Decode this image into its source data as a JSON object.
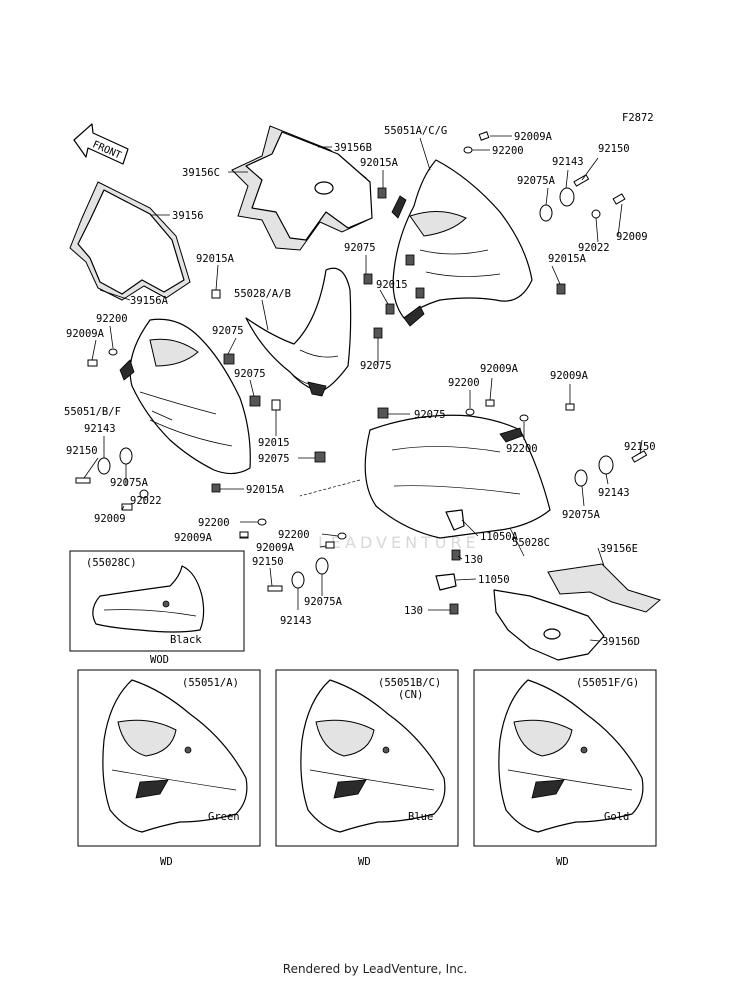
{
  "figure_code": "F2872",
  "front_arrow_label": "FRONT",
  "watermark": "LEADVENTURE",
  "callouts": [
    {
      "id": "c1",
      "text": "55051A/C/G"
    },
    {
      "id": "c2",
      "text": "92009A"
    },
    {
      "id": "c3",
      "text": "92200"
    },
    {
      "id": "c4",
      "text": "39156B"
    },
    {
      "id": "c5",
      "text": "92015A"
    },
    {
      "id": "c6",
      "text": "92150"
    },
    {
      "id": "c7",
      "text": "92143"
    },
    {
      "id": "c8",
      "text": "92075A"
    },
    {
      "id": "c9",
      "text": "39156C"
    },
    {
      "id": "c10",
      "text": "92009"
    },
    {
      "id": "c11",
      "text": "92022"
    },
    {
      "id": "c12",
      "text": "39156"
    },
    {
      "id": "c13",
      "text": "92075"
    },
    {
      "id": "c14",
      "text": "92015A"
    },
    {
      "id": "c15",
      "text": "92015A"
    },
    {
      "id": "c16",
      "text": "92015"
    },
    {
      "id": "c17",
      "text": "55028/A/B"
    },
    {
      "id": "c18",
      "text": "39156A"
    },
    {
      "id": "c19",
      "text": "92200"
    },
    {
      "id": "c20",
      "text": "92009A"
    },
    {
      "id": "c21",
      "text": "92075"
    },
    {
      "id": "c22",
      "text": "92075"
    },
    {
      "id": "c23",
      "text": "92075"
    },
    {
      "id": "c24",
      "text": "92200"
    },
    {
      "id": "c25",
      "text": "92009A"
    },
    {
      "id": "c26",
      "text": "92009A"
    },
    {
      "id": "c27",
      "text": "55051/B/F"
    },
    {
      "id": "c28",
      "text": "92075"
    },
    {
      "id": "c29",
      "text": "92143"
    },
    {
      "id": "c30",
      "text": "92015"
    },
    {
      "id": "c31",
      "text": "92200"
    },
    {
      "id": "c32",
      "text": "92150"
    },
    {
      "id": "c33",
      "text": "92150"
    },
    {
      "id": "c34",
      "text": "92075"
    },
    {
      "id": "c35",
      "text": "92075A"
    },
    {
      "id": "c36",
      "text": "92143"
    },
    {
      "id": "c37",
      "text": "92015A"
    },
    {
      "id": "c38",
      "text": "92009"
    },
    {
      "id": "c39",
      "text": "92022"
    },
    {
      "id": "c40",
      "text": "92075A"
    },
    {
      "id": "c41",
      "text": "92200"
    },
    {
      "id": "c42",
      "text": "11050A"
    },
    {
      "id": "c43",
      "text": "92009A"
    },
    {
      "id": "c44",
      "text": "92200"
    },
    {
      "id": "c45",
      "text": "55028C"
    },
    {
      "id": "c46",
      "text": "130"
    },
    {
      "id": "c47",
      "text": "92009A"
    },
    {
      "id": "c48",
      "text": "39156E"
    },
    {
      "id": "c49",
      "text": "92150"
    },
    {
      "id": "c50",
      "text": "11050"
    },
    {
      "id": "c51",
      "text": "92075A"
    },
    {
      "id": "c52",
      "text": "92143"
    },
    {
      "id": "c53",
      "text": "130"
    },
    {
      "id": "c54",
      "text": "39156D"
    }
  ],
  "inset_wod": {
    "title": "(55028C)",
    "color_label": "Black",
    "caption": "WOD"
  },
  "variants": [
    {
      "code": "(55051/A)",
      "region": "",
      "color": "Green",
      "caption": "WD"
    },
    {
      "code": "(55051B/C)",
      "region": "(CN)",
      "color": "Blue",
      "caption": "WD"
    },
    {
      "code": "(55051F/G)",
      "region": "",
      "color": "Gold",
      "caption": "WD"
    }
  ],
  "footer": "Rendered by LeadVenture, Inc."
}
